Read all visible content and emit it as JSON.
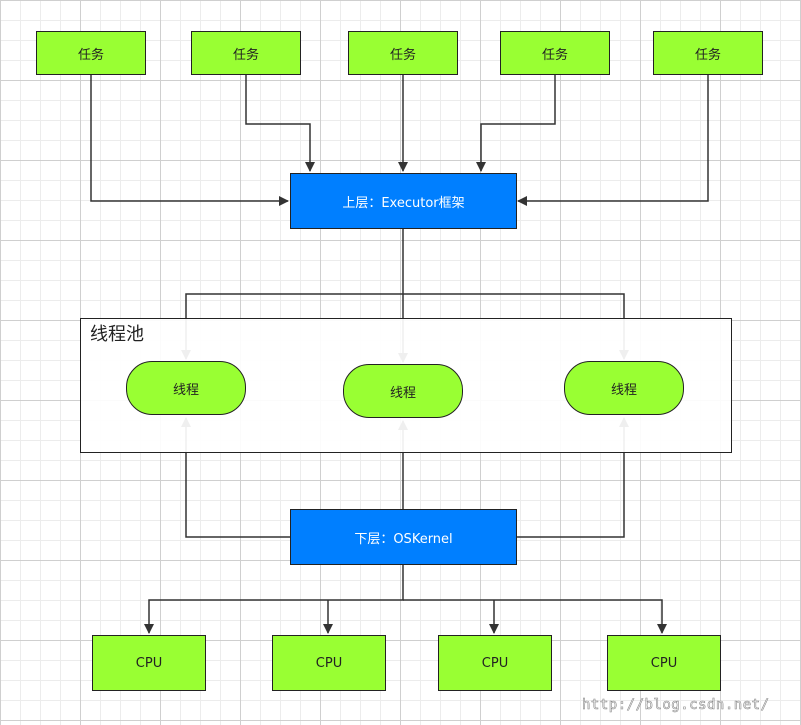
{
  "tasks": [
    "任务",
    "任务",
    "任务",
    "任务",
    "任务"
  ],
  "executor_label": "上层：Executor框架",
  "pool_title": "线程池",
  "threads": [
    "线程",
    "线程",
    "线程"
  ],
  "kernel_label": "下层：OSKernel",
  "cpus": [
    "CPU",
    "CPU",
    "CPU",
    "CPU"
  ],
  "watermark": "http://blog.csdn.net/",
  "colors": {
    "node_green": "#99ff33",
    "layer_blue": "#007fff",
    "line": "#333333"
  }
}
